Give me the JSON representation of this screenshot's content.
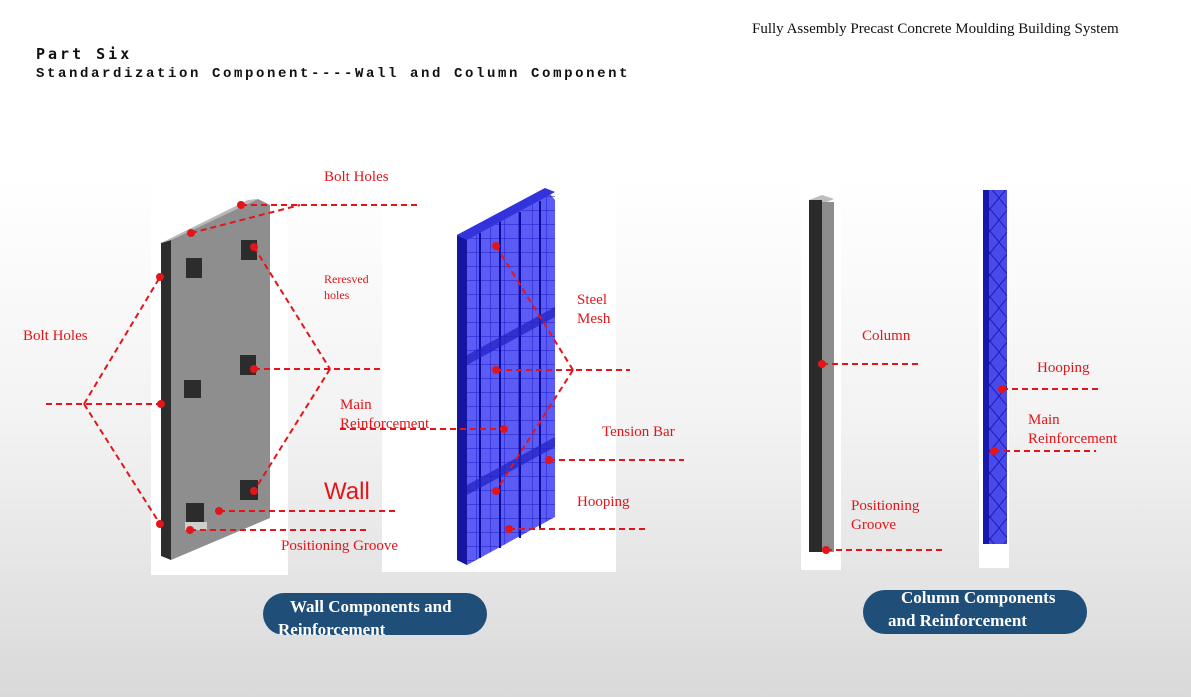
{
  "header": {
    "doc_title": "Fully Assembly Precast Concrete Moulding Building System",
    "part": "Part Six",
    "subtitle": "Standardization Component----Wall and Column Component"
  },
  "labels": {
    "bolt_holes_top": "Bolt Holes",
    "reserved_line1": "Reresved",
    "reserved_line2": "holes",
    "bolt_holes_left": "Bolt Holes",
    "main_reinforcement_wall_1": "Main",
    "main_reinforcement_wall_2": "Reinforcement",
    "wall": "Wall",
    "positioning_groove_wall": "Positioning Groove",
    "steel_mesh_1": "Steel",
    "steel_mesh_2": "Mesh",
    "tension_bar": "Tension Bar",
    "hooping_wall": "Hooping",
    "column": "Column",
    "positioning_groove_col_1": "Positioning",
    "positioning_groove_col_2": "Groove",
    "hooping_col": "Hooping",
    "main_reinforcement_col_1": "Main",
    "main_reinforcement_col_2": "Reinforcement"
  },
  "buttons": {
    "wall_line1": "Wall Components and",
    "wall_line2": "Reinforcement",
    "column_line1": "Column Components",
    "column_line2": "and Reinforcement"
  },
  "colors": {
    "annotation": "#e3151a",
    "concrete": "#8e8e8e",
    "rebar": "#2a2ae6",
    "button": "#1f4e79"
  }
}
